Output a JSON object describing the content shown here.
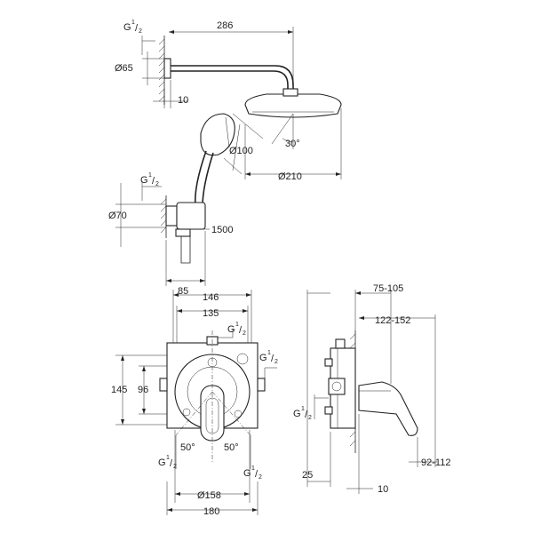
{
  "shower_set": {
    "arm_length": "286",
    "flange_thread": "G",
    "flange_thread_sup": "1",
    "flange_thread_sub": "2",
    "flange_diameter": "Ø65",
    "wall_offset": "10",
    "head_tilt": "30°",
    "hand_shower_diameter": "Ø100",
    "head_diameter": "Ø210",
    "outlet_thread": "G",
    "outlet_thread_sup": "1",
    "outlet_thread_sub": "2",
    "outlet_diameter": "Ø70",
    "hose_length": "1500",
    "outlet_depth": "85"
  },
  "mixer_front": {
    "plate_width": "146",
    "plate_inner_width": "135",
    "top_thread": "G",
    "top_thread_sup": "1",
    "top_thread_sub": "2",
    "side_thread": "G",
    "side_thread_sup": "1",
    "side_thread_sub": "2",
    "box_height": "145",
    "inner_height": "96",
    "left_angle": "50°",
    "right_angle": "50°",
    "bottom_left_thread": "G",
    "bottom_left_thread_sup": "1",
    "bottom_left_thread_sub": "2",
    "bottom_right_thread": "G",
    "bottom_right_thread_sup": "1",
    "bottom_right_thread_sub": "2",
    "rosette_diameter": "Ø158",
    "overall_width": "180"
  },
  "mixer_side": {
    "installation_depth": "75-105",
    "lever_depth": "122-152",
    "left_thread": "G",
    "left_thread_sup": "1",
    "left_thread_sub": "2",
    "lever_height": "92-112",
    "bottom_offset": "25",
    "wall_offset": "10"
  }
}
